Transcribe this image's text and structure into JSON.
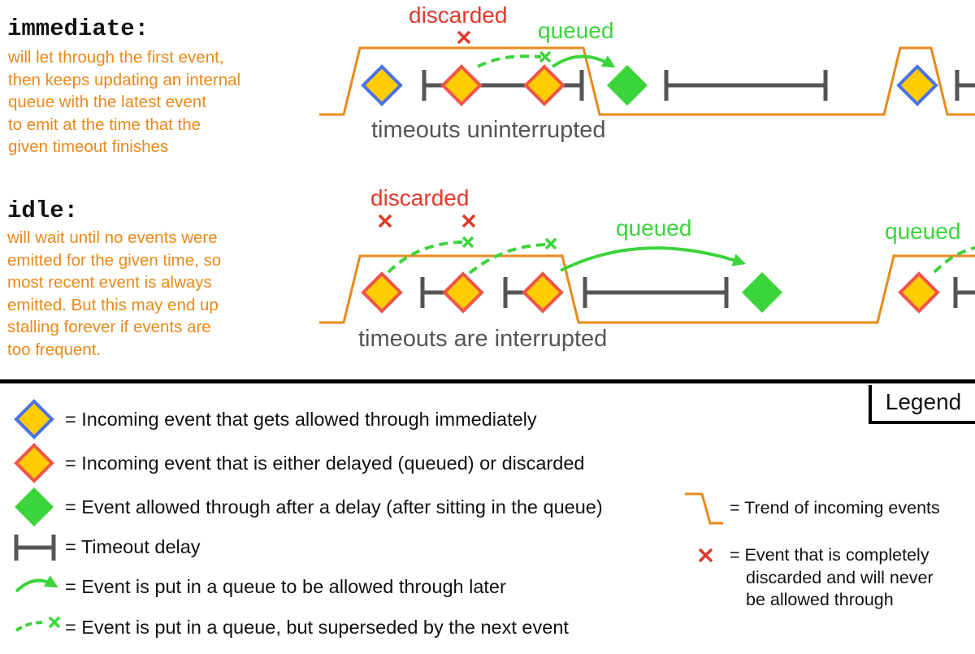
{
  "immediate": {
    "title": "immediate:",
    "description": [
      "will let through the first event,",
      "then keeps updating an internal",
      "queue with the latest event",
      "to emit at the time that the",
      "given timeout finishes"
    ],
    "discarded_label": "discarded",
    "queued_label": "queued",
    "timeouts_caption": "timeouts uninterrupted"
  },
  "idle": {
    "title": "idle:",
    "description": [
      "will wait until no events were",
      "emitted for the given time, so",
      "most recent event is always",
      "emitted. But this may end up",
      "stalling forever if events are",
      "too frequent."
    ],
    "discarded_label": "discarded",
    "queued_label": "queued",
    "queued_label_2": "queued",
    "timeouts_caption": "timeouts are interrupted"
  },
  "legend": {
    "title": "Legend",
    "items": [
      "= Incoming event that gets allowed through immediately",
      "= Incoming event that is either delayed (queued) or discarded",
      "= Event allowed through after a delay (after sitting in the queue)",
      "= Timeout delay",
      "= Event is put in a queue to be allowed through later",
      "= Event is put in a queue, but superseded by the next event"
    ],
    "trend": "= Trend of incoming events",
    "discarded": [
      "= Event that is completely",
      "discarded and will never",
      "be allowed through"
    ]
  },
  "colors": {
    "trend_orange": "#e8891a",
    "event_fill": "#ffcc00",
    "immediate_border": "#4a72e8",
    "delayed_border": "#f0544a",
    "allowed_green": "#3bd43b",
    "timeout_gray": "#555555",
    "discard_red": "#e0392b"
  },
  "icons": [
    "blue-diamond-icon",
    "red-diamond-icon",
    "green-diamond-icon",
    "timeout-bar-icon",
    "queue-arrow-icon",
    "superseded-arrow-icon",
    "trend-line-icon",
    "cross-icon"
  ]
}
